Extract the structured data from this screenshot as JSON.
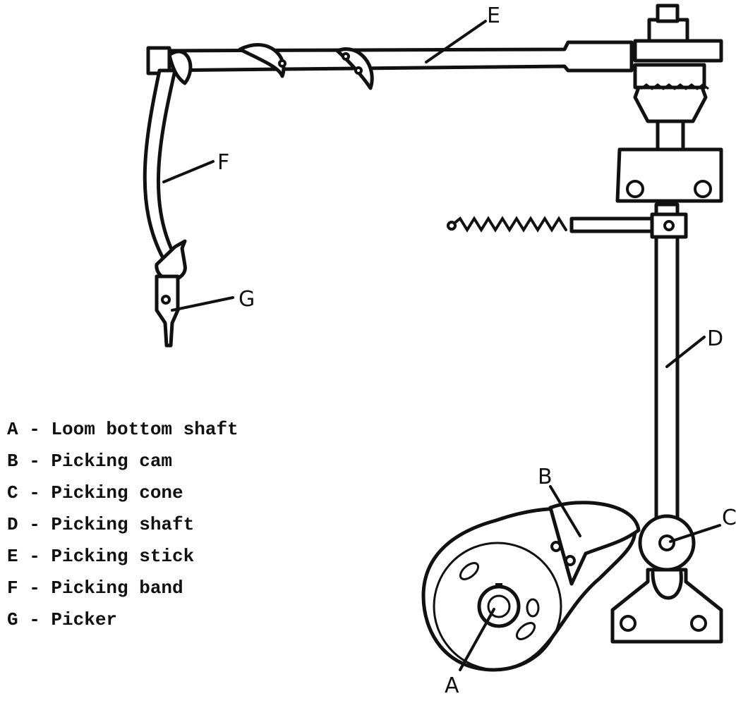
{
  "callouts": {
    "a": "A",
    "b": "B",
    "c": "C",
    "d": "D",
    "e": "E",
    "f": "F",
    "g": "G"
  },
  "legend": [
    {
      "letter": "A",
      "text": "A - Loom bottom shaft"
    },
    {
      "letter": "B",
      "text": "B - Picking cam"
    },
    {
      "letter": "C",
      "text": "C - Picking cone"
    },
    {
      "letter": "D",
      "text": "D - Picking shaft"
    },
    {
      "letter": "E",
      "text": "E - Picking stick"
    },
    {
      "letter": "F",
      "text": "F - Picking band"
    },
    {
      "letter": "G",
      "text": "G - Picker"
    }
  ]
}
